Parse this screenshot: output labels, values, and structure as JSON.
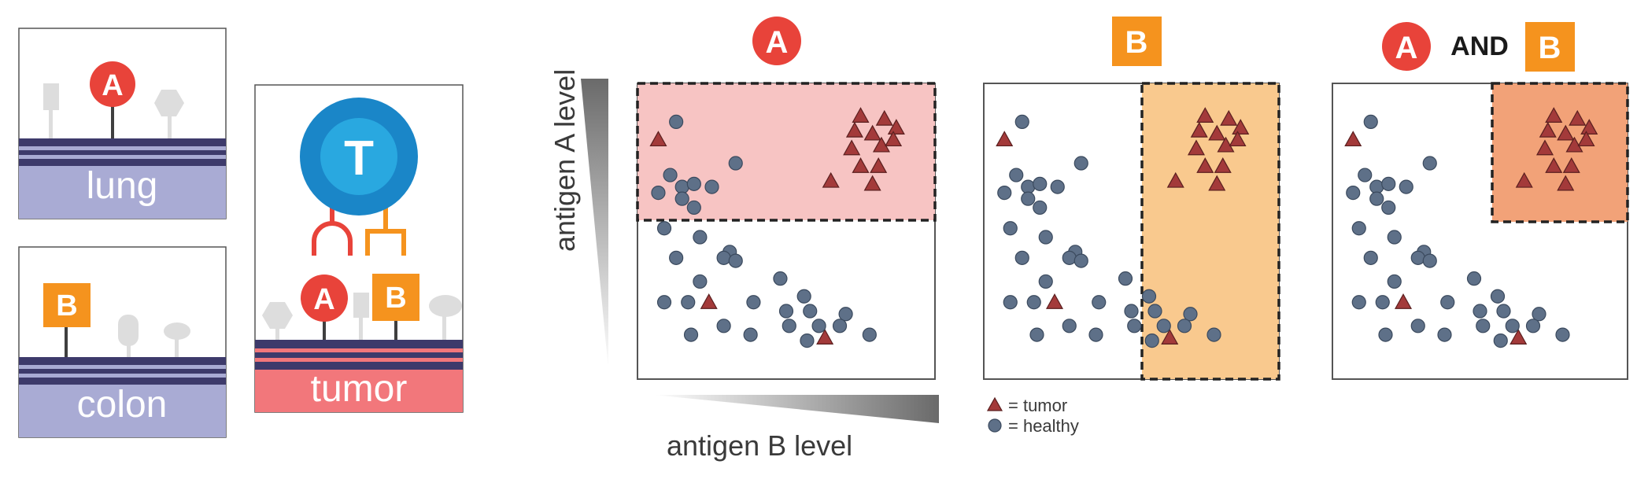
{
  "panels": {
    "lung": {
      "tissue_label": "lung",
      "antigen": "A"
    },
    "colon": {
      "tissue_label": "colon",
      "antigen": "B"
    },
    "tumor": {
      "tissue_label": "tumor",
      "tcell_label": "T",
      "antigens": [
        "A",
        "B"
      ]
    }
  },
  "axes": {
    "ylabel": "antigen A level",
    "xlabel": "antigen B level"
  },
  "legend": {
    "tumor_label": "= tumor",
    "healthy_label": "= healthy"
  },
  "gates": [
    {
      "badges": [
        "A"
      ],
      "connector": ""
    },
    {
      "badges": [
        "B"
      ],
      "connector": ""
    },
    {
      "badges": [
        "A",
        "B"
      ],
      "connector": "AND"
    }
  ],
  "colors": {
    "antigen_a": "#e8433a",
    "antigen_b": "#f5931e",
    "tcell_outer": "#1a86c8",
    "tcell_inner": "#29a8e0",
    "tissue_healthy": "#a9abd4",
    "membrane_dark": "#3d3a6b",
    "tissue_tumor": "#f2777b",
    "tumor_marker": "#a33a3a",
    "healthy_marker": "#5e7088",
    "gate_a_fill": "#f7c4c3",
    "gate_b_fill": "#f9c98e",
    "gate_ab_fill": "#f2a278"
  },
  "chart_data": {
    "type": "scatter",
    "xlabel": "antigen B level",
    "ylabel": "antigen A level",
    "series": [
      {
        "name": "tumor",
        "marker": "triangle",
        "points": [
          [
            0.07,
            0.81
          ],
          [
            0.75,
            0.89
          ],
          [
            0.83,
            0.88
          ],
          [
            0.87,
            0.85
          ],
          [
            0.73,
            0.84
          ],
          [
            0.79,
            0.83
          ],
          [
            0.82,
            0.79
          ],
          [
            0.72,
            0.78
          ],
          [
            0.86,
            0.81
          ],
          [
            0.75,
            0.72
          ],
          [
            0.65,
            0.67
          ],
          [
            0.81,
            0.72
          ],
          [
            0.79,
            0.66
          ],
          [
            0.24,
            0.26
          ],
          [
            0.63,
            0.14
          ]
        ]
      },
      {
        "name": "healthy",
        "marker": "circle",
        "points": [
          [
            0.13,
            0.87
          ],
          [
            0.33,
            0.73
          ],
          [
            0.11,
            0.69
          ],
          [
            0.07,
            0.63
          ],
          [
            0.15,
            0.65
          ],
          [
            0.19,
            0.66
          ],
          [
            0.25,
            0.65
          ],
          [
            0.15,
            0.61
          ],
          [
            0.19,
            0.58
          ],
          [
            0.09,
            0.51
          ],
          [
            0.21,
            0.48
          ],
          [
            0.31,
            0.43
          ],
          [
            0.13,
            0.41
          ],
          [
            0.29,
            0.41
          ],
          [
            0.33,
            0.4
          ],
          [
            0.48,
            0.34
          ],
          [
            0.21,
            0.33
          ],
          [
            0.09,
            0.26
          ],
          [
            0.17,
            0.26
          ],
          [
            0.39,
            0.26
          ],
          [
            0.56,
            0.28
          ],
          [
            0.5,
            0.23
          ],
          [
            0.58,
            0.23
          ],
          [
            0.7,
            0.22
          ],
          [
            0.51,
            0.18
          ],
          [
            0.29,
            0.18
          ],
          [
            0.61,
            0.18
          ],
          [
            0.68,
            0.18
          ],
          [
            0.18,
            0.15
          ],
          [
            0.38,
            0.15
          ],
          [
            0.57,
            0.13
          ],
          [
            0.78,
            0.15
          ]
        ]
      }
    ],
    "gates": [
      "A",
      "B",
      "A AND B"
    ]
  }
}
